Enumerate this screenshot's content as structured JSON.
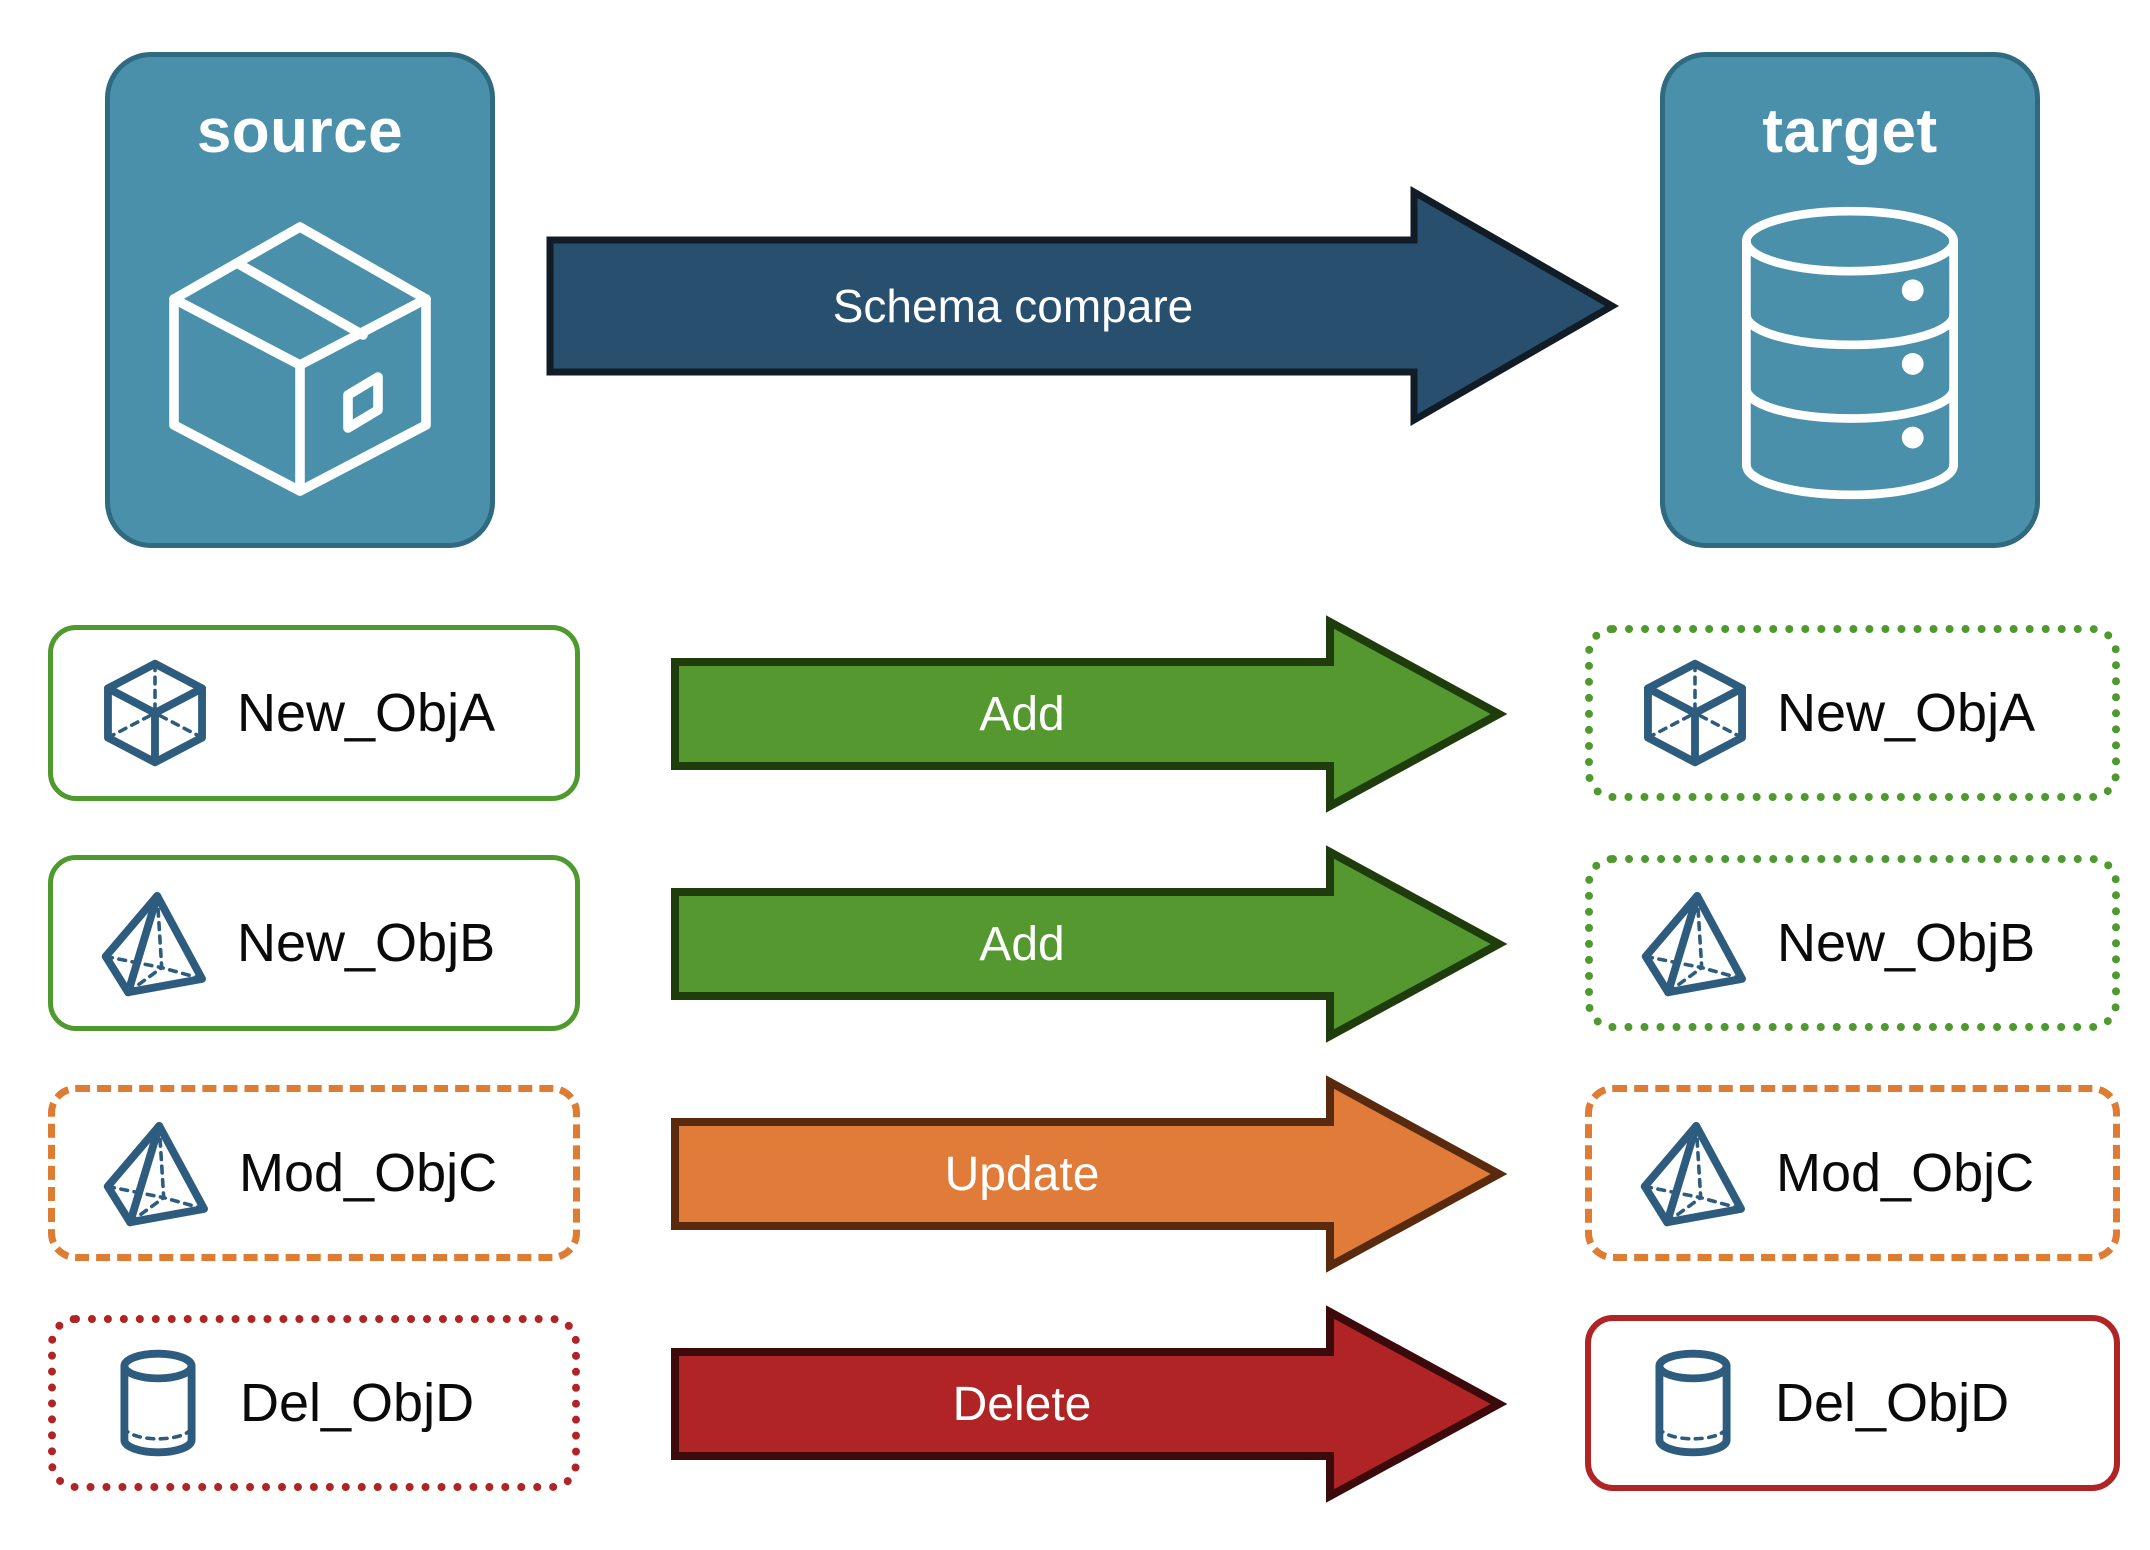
{
  "diagram": {
    "title": "Schema compare",
    "colors": {
      "endpoint_fill": "#4A90AB",
      "endpoint_border": "#2F6A80",
      "icon_stroke": "#ffffff",
      "object_icon": "#2E5C7E",
      "add_arrow": "#54982F",
      "add_arrow_outline": "#1E3C0C",
      "update_arrow": "#E07B39",
      "update_arrow_outline": "#5A2A0E",
      "delete_arrow": "#B02425",
      "delete_arrow_outline": "#3C0A0A",
      "compare_arrow": "#28506E",
      "compare_arrow_outline": "#111C27",
      "green_border": "#4F9A2F",
      "orange_border": "#DE7C34",
      "red_border": "#B02425",
      "label_text": "#0a0a0a"
    }
  },
  "endpoints": {
    "source": {
      "label": "source",
      "icon": "package-box-icon"
    },
    "target": {
      "label": "target",
      "icon": "database-cylinder-icon"
    }
  },
  "compare_arrow": {
    "label": "Schema compare",
    "direction": "right",
    "icon": "right-arrow-icon"
  },
  "rows": [
    {
      "action": "Add",
      "action_color": "#54982F",
      "action_outline": "#1E3C0C",
      "arrow_icon": "right-arrow-icon",
      "source": {
        "label": "New_ObjA",
        "icon": "wireframe-cube-icon",
        "border_style": "solid",
        "border_color": "#4F9A2F"
      },
      "target": {
        "label": "New_ObjA",
        "icon": "wireframe-cube-icon",
        "border_style": "dotted",
        "border_color": "#4F9A2F"
      }
    },
    {
      "action": "Add",
      "action_color": "#54982F",
      "action_outline": "#1E3C0C",
      "arrow_icon": "right-arrow-icon",
      "source": {
        "label": "New_ObjB",
        "icon": "wireframe-pyramid-icon",
        "border_style": "solid",
        "border_color": "#4F9A2F"
      },
      "target": {
        "label": "New_ObjB",
        "icon": "wireframe-pyramid-icon",
        "border_style": "dotted",
        "border_color": "#4F9A2F"
      }
    },
    {
      "action": "Update",
      "action_color": "#E07B39",
      "action_outline": "#5A2A0E",
      "arrow_icon": "right-arrow-icon",
      "source": {
        "label": "Mod_ObjC",
        "icon": "wireframe-pyramid-icon",
        "border_style": "dashed",
        "border_color": "#DE7C34"
      },
      "target": {
        "label": "Mod_ObjC",
        "icon": "wireframe-pyramid-icon",
        "border_style": "dashed",
        "border_color": "#DE7C34"
      }
    },
    {
      "action": "Delete",
      "action_color": "#B02425",
      "action_outline": "#3C0A0A",
      "arrow_icon": "right-arrow-icon",
      "source": {
        "label": "Del_ObjD",
        "icon": "wireframe-cylinder-icon",
        "border_style": "dotted",
        "border_color": "#B02425"
      },
      "target": {
        "label": "Del_ObjD",
        "icon": "wireframe-cylinder-icon",
        "border_style": "solid",
        "border_color": "#B02425"
      }
    }
  ]
}
